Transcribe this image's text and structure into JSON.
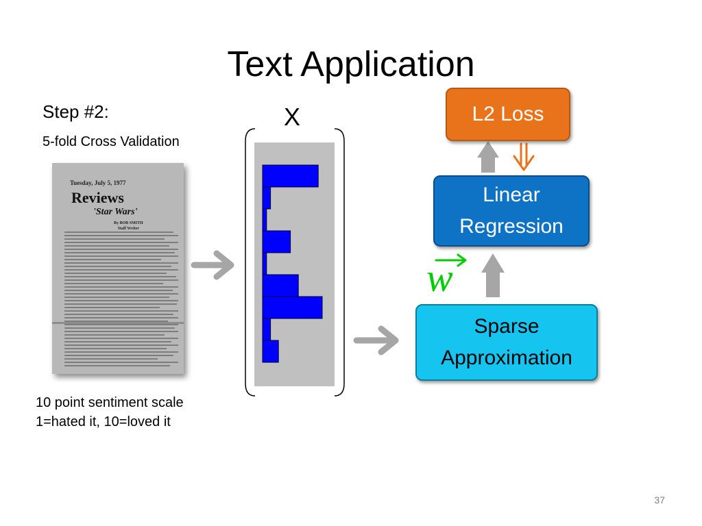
{
  "slide": {
    "title": "Text Application",
    "step": "Step #2:",
    "cv": "5-fold Cross Validation",
    "scale_line1": "10 point sentiment scale",
    "scale_line2": "1=hated it,  10=loved it",
    "x_label": "X",
    "w_symbol": "w",
    "page_number": "37"
  },
  "newspaper": {
    "date": "Tuesday, July 5, 1977",
    "headline": "Reviews",
    "subhead": "'Star Wars'",
    "byline": "By BOB SMITH",
    "byline_role": "Staff Writer"
  },
  "boxes": {
    "l2_loss": "L2 Loss",
    "linear_line1": "Linear",
    "linear_line2": "Regression",
    "sparse_line1": "Sparse",
    "sparse_line2": "Approximation"
  },
  "chart_data": {
    "type": "bar",
    "orientation": "horizontal",
    "values": [
      14,
      2,
      1,
      7,
      1,
      9,
      15,
      2,
      4
    ],
    "bar_color": "#0000ff",
    "background": "#c0c0c0"
  },
  "colors": {
    "arrow_gray": "#a6a6a6",
    "orange": "#e8731b",
    "blue": "#0f73c5",
    "cyan": "#15c4ef",
    "green": "#00cc00"
  }
}
